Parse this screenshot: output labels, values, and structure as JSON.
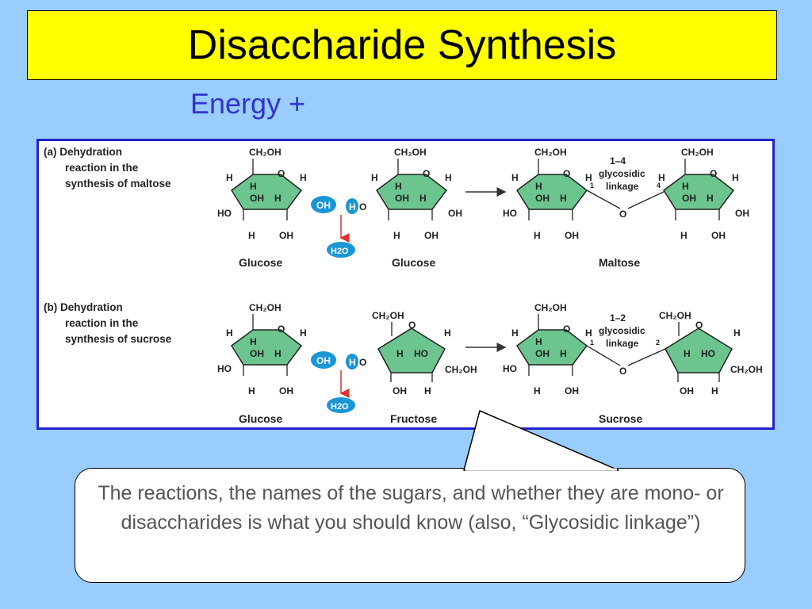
{
  "title": "Disaccharide Synthesis",
  "energy_label": "Energy +",
  "panel_a": {
    "caption_lines": [
      "(a) Dehydration",
      "reaction in the",
      "synthesis of maltose"
    ],
    "left_name": "Glucose",
    "mid_name": "Glucose",
    "product_name": "Maltose",
    "linkage_lines": [
      "1–4",
      "glycosidic",
      "linkage"
    ],
    "linkage_left_num": "1",
    "linkage_right_num": "4",
    "water_label": "H2O",
    "oh_label": "OH",
    "h_label": "H"
  },
  "panel_b": {
    "caption_lines": [
      "(b) Dehydration",
      "reaction in the",
      "synthesis of sucrose"
    ],
    "left_name": "Glucose",
    "mid_name": "Fructose",
    "product_name": "Sucrose",
    "linkage_lines": [
      "1–2",
      "glycosidic",
      "linkage"
    ],
    "linkage_left_num": "1",
    "linkage_right_num": "2",
    "water_label": "H2O",
    "oh_label": "OH",
    "h_label": "H"
  },
  "callout_text": "The reactions, the names of the sugars, and whether they are mono- or disaccharides is what you should know (also, “Glycosidic linkage”)",
  "colors": {
    "background": "#99ccff",
    "title_box": "#ffff00",
    "energy_text": "#3333cc",
    "figure_border": "#2222cc",
    "ring_fill": "#6cc58e",
    "bubble_fill": "#1a96d4",
    "water_arrow": "#e03030"
  }
}
